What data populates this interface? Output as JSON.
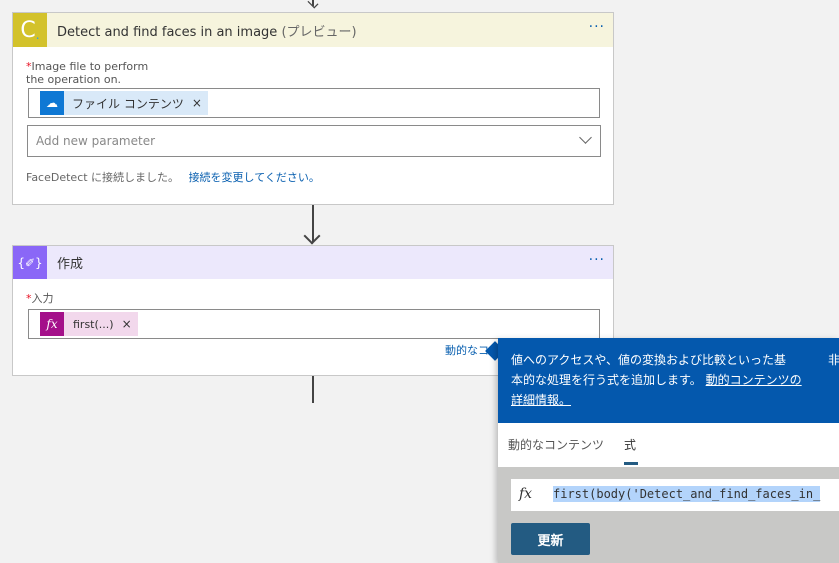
{
  "card1": {
    "title": "Detect and find faces in an image",
    "title_suffix": "(プレビュー)",
    "icon": "cognitive-services-icon",
    "field_label_line1": "Image file to perform",
    "field_label_line2": "the operation on.",
    "token_label": "ファイル コンテンツ",
    "token_icon": "onedrive-cloud-icon",
    "add_param_placeholder": "Add new parameter",
    "connection_text": "FaceDetect に接続しました。",
    "change_connection_link": "接続を変更してください。",
    "more": "···"
  },
  "card2": {
    "title": "作成",
    "icon": "compose-braces-icon",
    "field_label": "入力",
    "token_label": "first(...)",
    "token_icon": "fx-icon",
    "dynamic_link": "動的なコ",
    "more": "···"
  },
  "popup": {
    "info_line1": "値へのアクセスや、値の変換および比較といった基",
    "info_line2": "本的な処理を行う式を追加します。",
    "info_link1": "動的コンテンツの",
    "info_link2": "詳細情報。",
    "clipped_text": "非",
    "tab_dynamic": "動的なコンテンツ",
    "tab_expression": "式",
    "expression_value": "first(body('Detect_and_find_faces_in_",
    "update_button": "更新"
  },
  "colors": {
    "card1_header": "#f6f4dd",
    "card1_icon": "#d3c22b",
    "card2_header": "#ece8fc",
    "card2_icon": "#8a67f7",
    "popup_blue": "#0458ad",
    "update_button": "#235b82",
    "fx_token": "#a4108a"
  }
}
